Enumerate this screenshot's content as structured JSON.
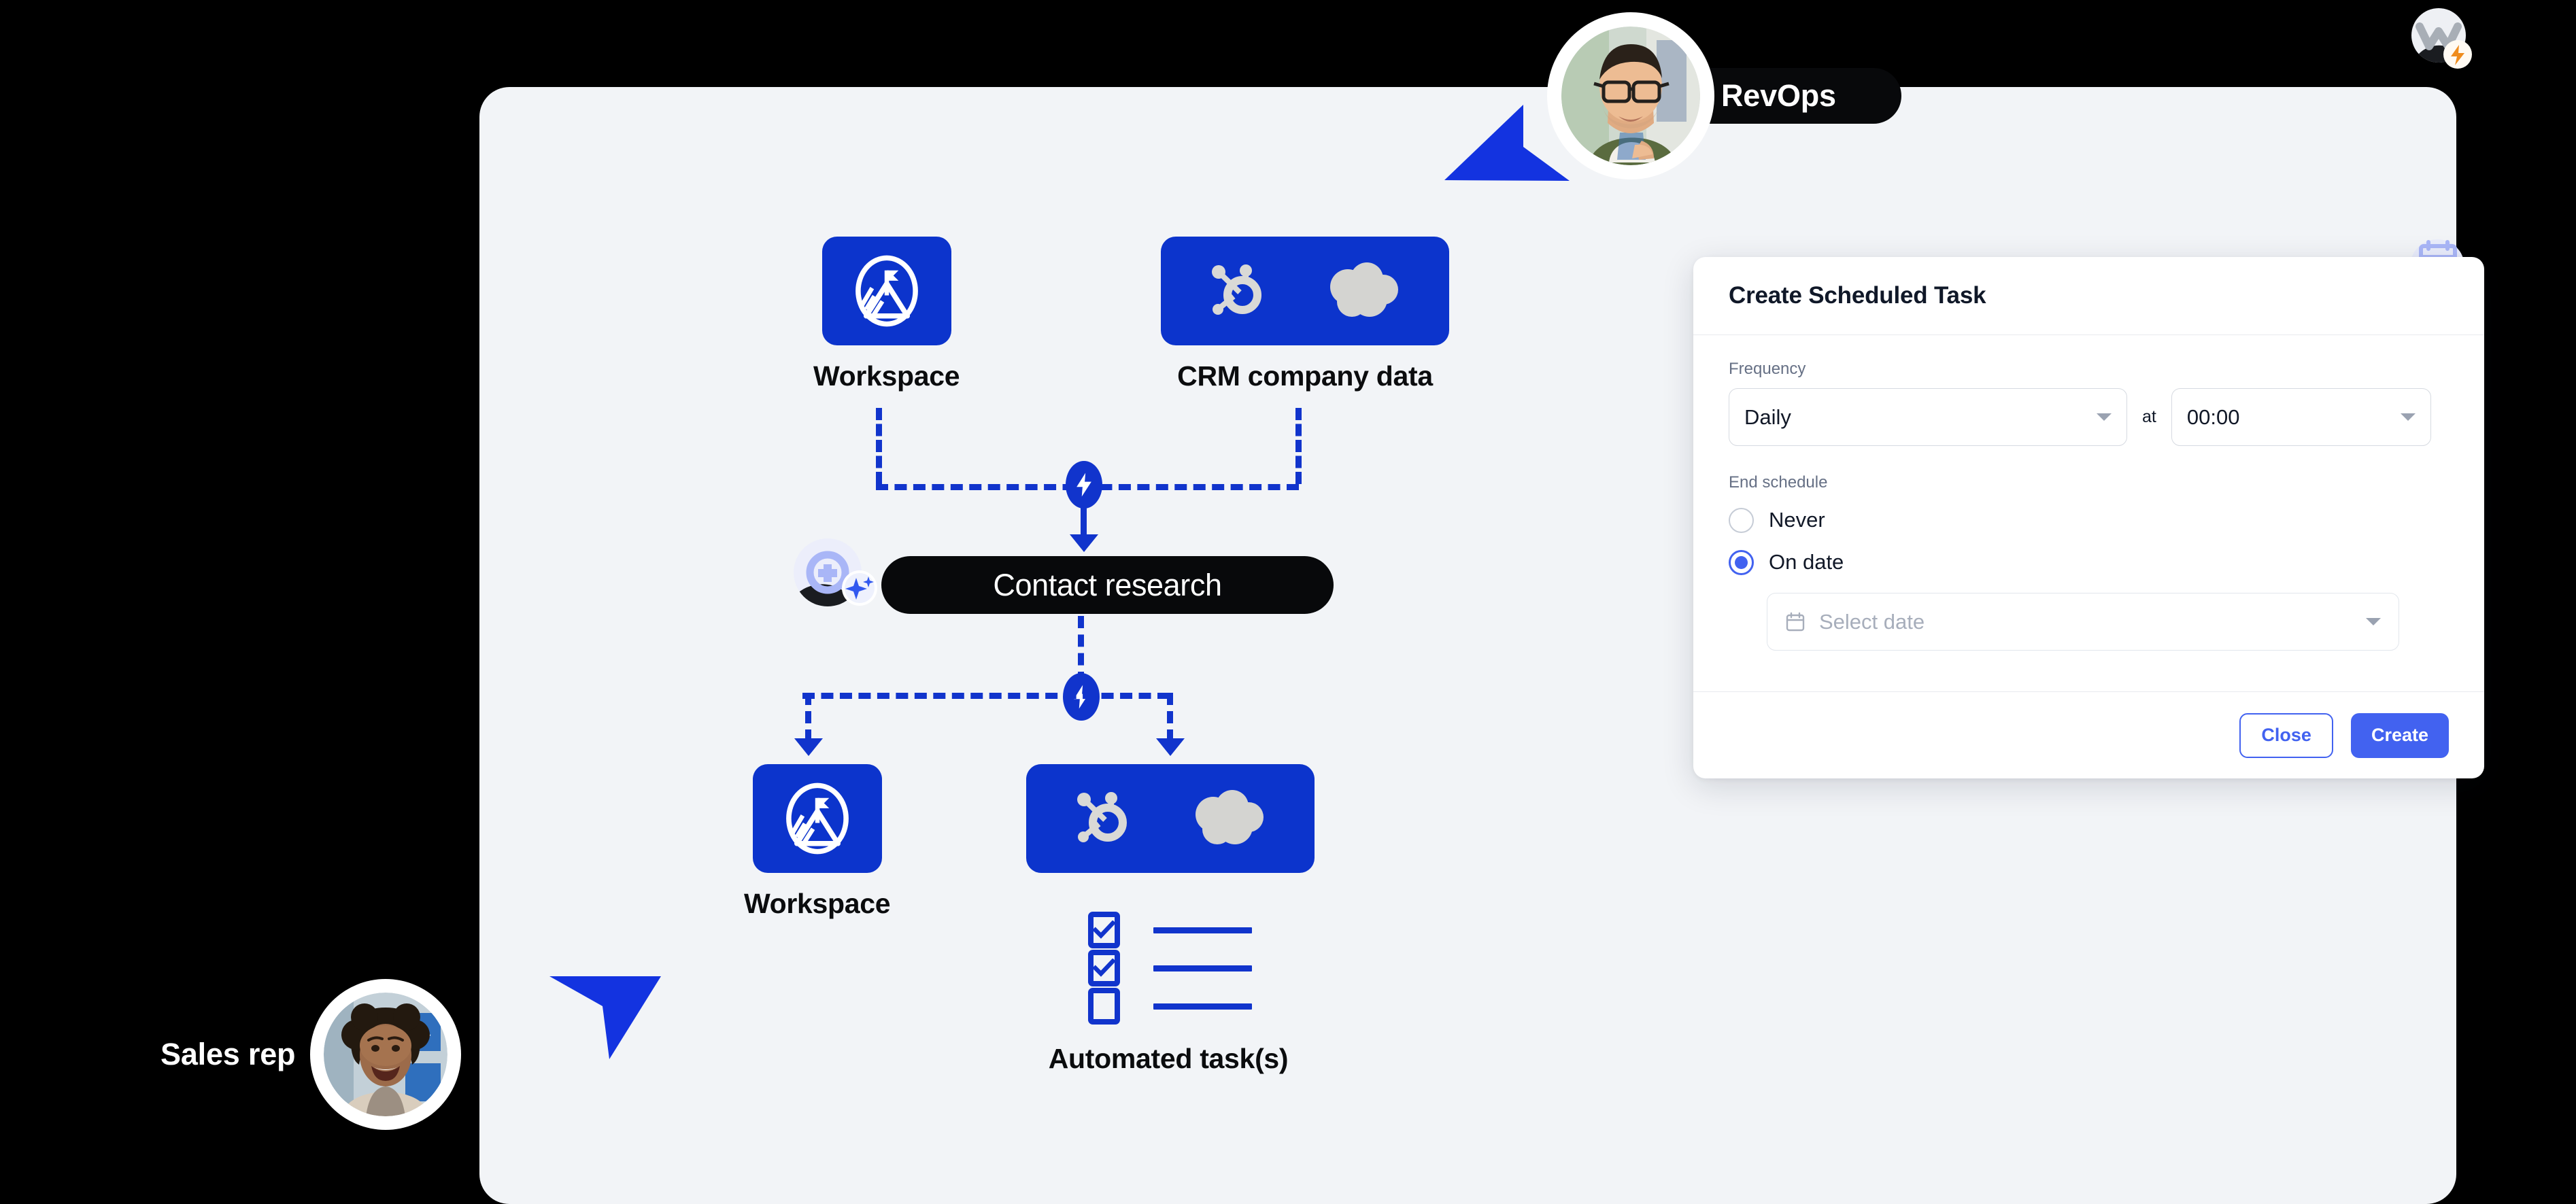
{
  "canvas": {
    "background": "#000000",
    "card_background": "#f2f4f7",
    "accent_blue": "#0c34cc",
    "button_blue": "#4262f0",
    "bolt_orange": "#ef8c1e"
  },
  "personas": {
    "revops": {
      "label": "RevOps",
      "avatar_alt": "man-with-glasses-avatar"
    },
    "sales_rep": {
      "label": "Sales rep",
      "avatar_alt": "smiling-woman-avatar"
    }
  },
  "flow": {
    "top_nodes": [
      {
        "id": "workspace-top",
        "label": "Workspace",
        "icon": "workspace-mountain-icon"
      },
      {
        "id": "crm-top",
        "label": "CRM company data",
        "icon": "hubspot-salesforce-icon"
      }
    ],
    "action": {
      "label": "Contact research",
      "badge_icon": "ai-sparkle-avatar-icon"
    },
    "bottom_nodes": [
      {
        "id": "workspace-bottom",
        "label": "Workspace",
        "icon": "workspace-mountain-icon"
      },
      {
        "id": "crm-bottom",
        "label": "",
        "icon": "hubspot-salesforce-icon"
      }
    ],
    "tasks": {
      "label": "Automated task(s)",
      "items": [
        {
          "checked": true
        },
        {
          "checked": true
        },
        {
          "checked": false
        }
      ]
    }
  },
  "badges": [
    {
      "id": "w-logo-badge",
      "icon": "w-logo-icon",
      "overlay": "lightning-bolt-icon"
    },
    {
      "id": "calendar-badge",
      "icon": "calendar-icon",
      "overlay": "lightning-bolt-icon"
    }
  ],
  "dialog": {
    "title": "Create Scheduled Task",
    "frequency": {
      "label": "Frequency",
      "value": "Daily",
      "at_word": "at",
      "time_value": "00:00"
    },
    "end_schedule": {
      "label": "End schedule",
      "options": [
        {
          "label": "Never",
          "selected": false
        },
        {
          "label": "On date",
          "selected": true
        }
      ],
      "date_placeholder": "Select date"
    },
    "footer": {
      "close_label": "Close",
      "create_label": "Create"
    }
  }
}
